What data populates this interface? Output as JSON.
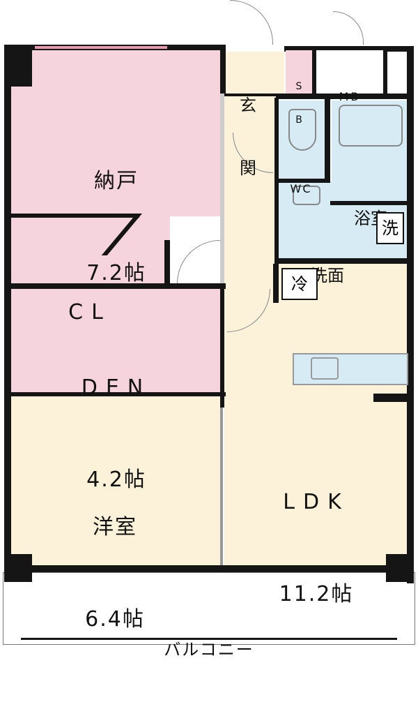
{
  "rooms": {
    "nando": {
      "name": "納戸",
      "size": "7.2帖"
    },
    "cl": {
      "name": "CL"
    },
    "den": {
      "name": "DEN",
      "size": "4.2帖"
    },
    "yoshitsu": {
      "name": "洋室",
      "size": "6.4帖"
    },
    "ldk": {
      "name": "LDK",
      "size": "11.2帖"
    },
    "genkan": {
      "line1": "玄",
      "line2": "関"
    },
    "sb": {
      "line1": "S",
      "line2": "B"
    },
    "mb": {
      "name": "MB"
    },
    "wc": {
      "name": "WC"
    },
    "yokushitsu": {
      "name": "浴室"
    },
    "senmen": {
      "name": "洗面"
    },
    "washer": {
      "name": "洗"
    },
    "fridge": {
      "name": "冷"
    },
    "balcony": {
      "name": "バルコニー"
    }
  },
  "colors": {
    "pink": "#f6d4de",
    "beige": "#fbf2d9",
    "blue": "#d6ebf3",
    "wall": "#151515"
  }
}
